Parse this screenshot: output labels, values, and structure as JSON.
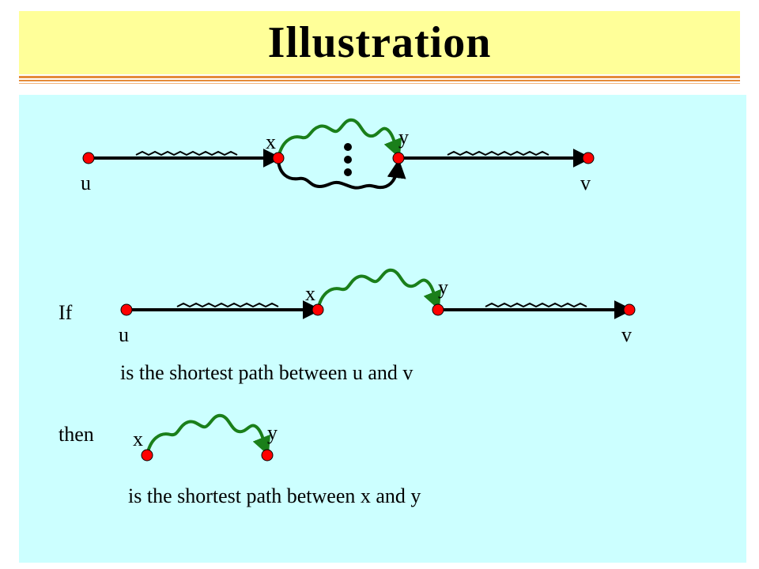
{
  "title": "Illustration",
  "colors": {
    "title_bg": "#ffff99",
    "panel_bg": "#ccffff",
    "node_fill": "#ff0000",
    "green_path": "#1a7f1a",
    "dark_path": "#000000",
    "rule": "#e48b3a"
  },
  "diagram1": {
    "labels": {
      "u": "u",
      "x": "x",
      "y": "y",
      "v": "v"
    }
  },
  "diagram2": {
    "prefix": "If",
    "labels": {
      "u": "u",
      "x": "x",
      "y": "y",
      "v": "v"
    },
    "caption": "is the shortest path between u and v"
  },
  "diagram3": {
    "prefix": "then",
    "labels": {
      "x": "x",
      "y": "y"
    },
    "caption": "is the shortest path between x and y"
  }
}
